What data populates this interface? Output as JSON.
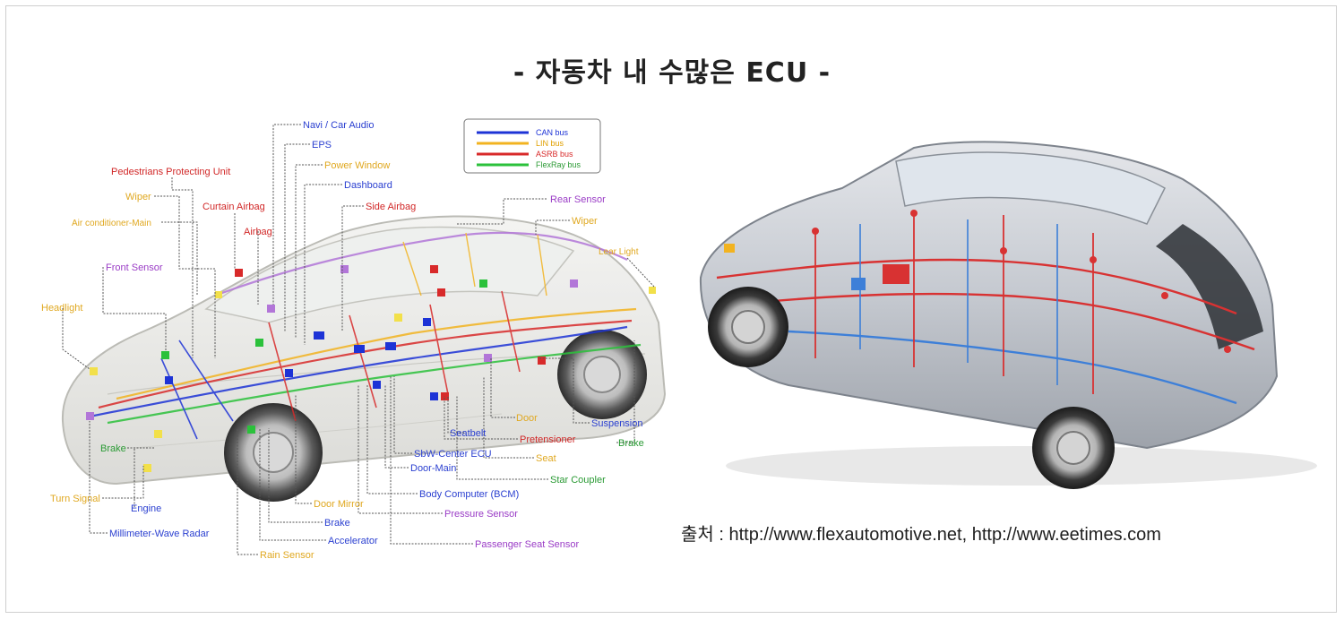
{
  "title": "- 자동차 내 수많은 ECU -",
  "source": {
    "prefix": "출처 : ",
    "text": "http://www.flexautomotive.net, http://www.eetimes.com"
  },
  "legend": [
    {
      "label": "CAN bus",
      "color": "#1d33d6"
    },
    {
      "label": "LIN bus",
      "color": "#f2b320"
    },
    {
      "label": "ASRB bus",
      "color": "#d82a2a"
    },
    {
      "label": "FlexRay bus",
      "color": "#2bc13b"
    }
  ],
  "labels": {
    "navi": "Navi / Car Audio",
    "eps": "EPS",
    "power_window": "Power Window",
    "dashboard": "Dashboard",
    "pedestrians": "Pedestrians Protecting Unit",
    "wiper_front": "Wiper",
    "curtain_airbag": "Curtain Airbag",
    "side_airbag": "Side Airbag",
    "air_conditioner": "Air conditioner-Main",
    "airbag": "Airbag",
    "rear_sensor": "Rear Sensor",
    "wiper_rear": "Wiper",
    "lear_light": "Lear Light",
    "front_sensor": "Front Sensor",
    "headlight": "Headlight",
    "door": "Door",
    "suspension": "Suspension",
    "seatbelt": "Seatbelt",
    "pretensioner": "Pretensioner",
    "brake_rear": "Brake",
    "brake_front": "Brake",
    "sbw": "SbW-Center ECU",
    "seat": "Seat",
    "door_main": "Door-Main",
    "star_coupler": "Star Coupler",
    "turn_signal": "Turn Signal",
    "body_computer": "Body Computer (BCM)",
    "engine": "Engine",
    "door_mirror": "Door Mirror",
    "pressure_sensor": "Pressure Sensor",
    "brake_bottom": "Brake",
    "mmw_radar": "Millimeter-Wave Radar",
    "accelerator": "Accelerator",
    "passenger_seat_sensor": "Passenger Seat Sensor",
    "rain_sensor": "Rain Sensor"
  }
}
